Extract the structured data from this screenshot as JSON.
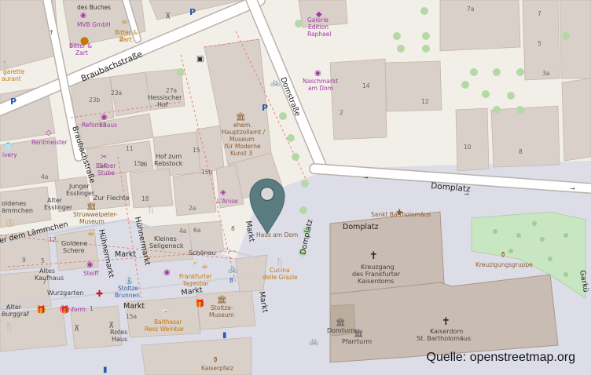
{
  "attribution": "Quelle: openstreetmap.org",
  "colors": {
    "background": "#f2efe9",
    "building": "#d9d0c9",
    "building_stroke": "#c4b6ab",
    "road": "#ffffff",
    "road_stroke": "#b8b2aa",
    "square": "#dddde8",
    "park": "#c8e6c2",
    "tree": "#b4d9a5",
    "marker": "#5a7b7f"
  },
  "marker": {
    "label": "Haus am Dom",
    "icon": "map-pin-icon"
  },
  "streets": {
    "braubachstrasse": "Braubachstraße",
    "braubachstrasse_v": "Braubachstraße",
    "domstrasse": "Domstraße",
    "domplatz_road": "Domplatz",
    "domplatz_square": "Domplatz",
    "huehnermarkt_1": "Hühnermarkt",
    "huehnermarkt_2": "Hühnermarkt",
    "markt_1": "Markt",
    "markt_2": "Markt",
    "markt_3": "Markt",
    "markt_4": "Markt",
    "an_dem_laemmchen": "er dem Lämmchen",
    "garkueche": "Garkü"
  },
  "pois": {
    "des_buches": "des Buches",
    "mvb": "MVB GmbH",
    "bitter_zart_1": "Bitter &",
    "bitter_zart_1b": "Zart",
    "bitter_zart_2": "Bitter &",
    "bitter_zart_2b": "Zart",
    "zigarette": "garette",
    "zigarette_b": "aurant",
    "galerie": "Galerie",
    "galerie_b": "Edition",
    "galerie_c": "Raphael",
    "naschmarkt": "Naschmarkt",
    "naschmarkt_b": "am Dom",
    "hessischer": "Hessischer",
    "hessischer_b": "Hof",
    "hauptzollamt": "ehem.",
    "hauptzollamt_b": "Hauptzollamt /",
    "hauptzollamt_c": "Museum",
    "hauptzollamt_d": "für Moderne",
    "hauptzollamt_e": "Kunst 3",
    "reformhaus": "Reformhaus",
    "rentmeister": "Rentmeister",
    "barber": "Barber",
    "barber_b": "Stube",
    "hof_rebstock": "Hof zum",
    "hof_rebstock_b": "Rebstock",
    "livery": "ivery",
    "junger_esslinger": "Junger",
    "junger_esslinger_b": "Esslinger",
    "zur_flechte": "Zur Flechte",
    "alter_esslinger": "Alter",
    "alter_esslinger_b": "Esslinger",
    "goldenes_laemmchen": "oldenes",
    "goldenes_laemmchen_b": "ämmchen",
    "struwwelpeter": "Struwwelpeter-",
    "struwwelpeter_b": "Museum",
    "l_anise": "L'Anise",
    "goldene_schere": "Goldene",
    "goldene_schere_b": "Schere",
    "kleines_seligeneck": "Kleines",
    "kleines_seligeneck_b": "Seligeneck",
    "schonau": "Schönau",
    "altes_kaufhaus": "Altes",
    "altes_kaufhaus_b": "Kaufhaus",
    "steiff": "Steiff",
    "frankfurter_tagesbar": "Frankfurter",
    "frankfurter_tagesbar_b": "Tagesbar",
    "cucina": "Cucina",
    "cucina_b": "delle Grazie",
    "wurzgarten": "Wurzgarten",
    "feinform": "Feinform",
    "stoltze_brunnen": "Stoltze",
    "stoltze_brunnen_b": "Brunnen",
    "stoltze_museum": "Stoltze-",
    "stoltze_museum_b": "Museum",
    "balthasar": "Balthasar",
    "balthasar_b": "Ress Weinbar",
    "alter_burggraf": "Alter",
    "alter_burggraf_b": "Burggraf",
    "rotes_haus": "Rotes",
    "rotes_haus_b": "Haus",
    "sankt_bartholomaeus": "Sankt Bartholomäus",
    "kreuzgang": "Kreuzgang",
    "kreuzgang_b": "des Frankfurter",
    "kreuzgang_c": "Kaiserdoms",
    "kreuzigungsgruppe": "Kreuzigungsgruppe",
    "domturm": "Domturm",
    "pfarrturm": "Pfarrturm",
    "kaiserdom": "Kaiserdom",
    "kaiserdom_b": "St. Bartholomäus",
    "kaiserpfalz": "Kaiserpfalz"
  },
  "house_numbers": [
    "7a",
    "7",
    "5",
    "3a",
    "14",
    "12",
    "2",
    "10",
    "8",
    "23b",
    "23a",
    "27a",
    "23",
    "11",
    "15",
    "16",
    "14",
    "15a",
    "15b",
    "4a",
    "18",
    "2a",
    "4a",
    "6a",
    "8",
    "12",
    "9",
    "7",
    "5",
    "1",
    "15a",
    "B"
  ]
}
